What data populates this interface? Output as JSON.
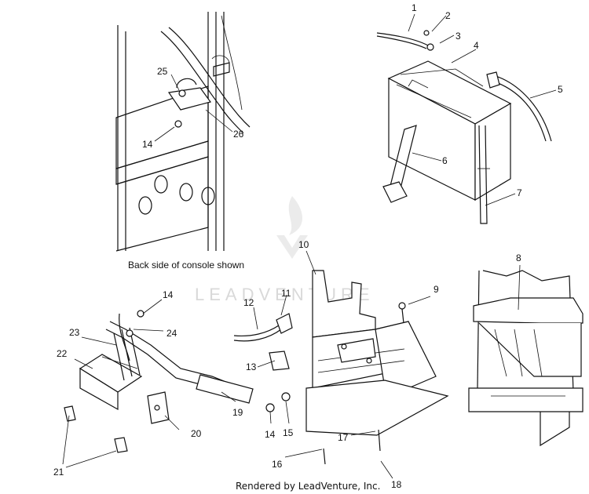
{
  "caption": "Back side of console shown",
  "footer": "Rendered by LeadVenture, Inc.",
  "watermark": "LEADVENTURE",
  "callouts": [
    "1",
    "2",
    "3",
    "4",
    "5",
    "6",
    "7",
    "8",
    "9",
    "10",
    "11",
    "12",
    "13",
    "14",
    "15",
    "16",
    "17",
    "18",
    "19",
    "20",
    "21",
    "22",
    "23",
    "24",
    "25",
    "26",
    "14",
    "14"
  ]
}
